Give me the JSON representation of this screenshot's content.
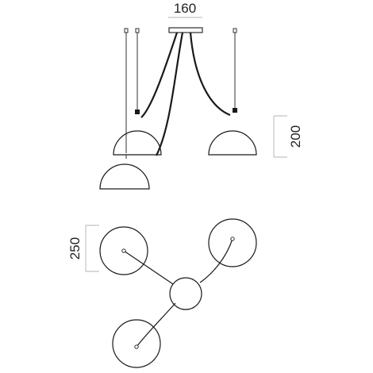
{
  "dimensions": {
    "canopy_width": "160",
    "drop_height": "200",
    "shade_diameter": "250"
  },
  "colors": {
    "line": "#1a1a1a",
    "dimension_line": "#9a9a9a",
    "background": "#ffffff"
  }
}
